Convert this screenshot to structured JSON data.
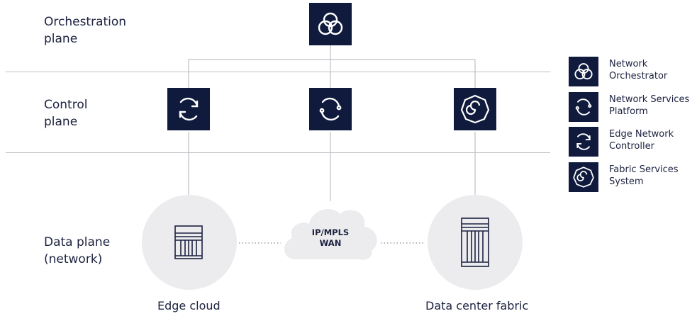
{
  "planes": {
    "orchestration": "Orchestration\nplane",
    "control": "Control\nplane",
    "data": "Data plane\n(network)"
  },
  "cloud": {
    "label": "IP/MPLS\nWAN"
  },
  "sites": {
    "edge": "Edge cloud",
    "datacenter": "Data center fabric"
  },
  "legend": [
    {
      "label": "Network\nOrchestrator",
      "icon": "orchestrator-icon"
    },
    {
      "label": "Network Services\nPlatform",
      "icon": "services-platform-icon"
    },
    {
      "label": "Edge Network\nController",
      "icon": "edge-controller-icon"
    },
    {
      "label": "Fabric Services\nSystem",
      "icon": "fabric-services-icon"
    }
  ],
  "colors": {
    "icon_bg": "#0f1a3d",
    "line": "#bfbfc6",
    "circle": "#ececee",
    "text": "#1c2240"
  }
}
